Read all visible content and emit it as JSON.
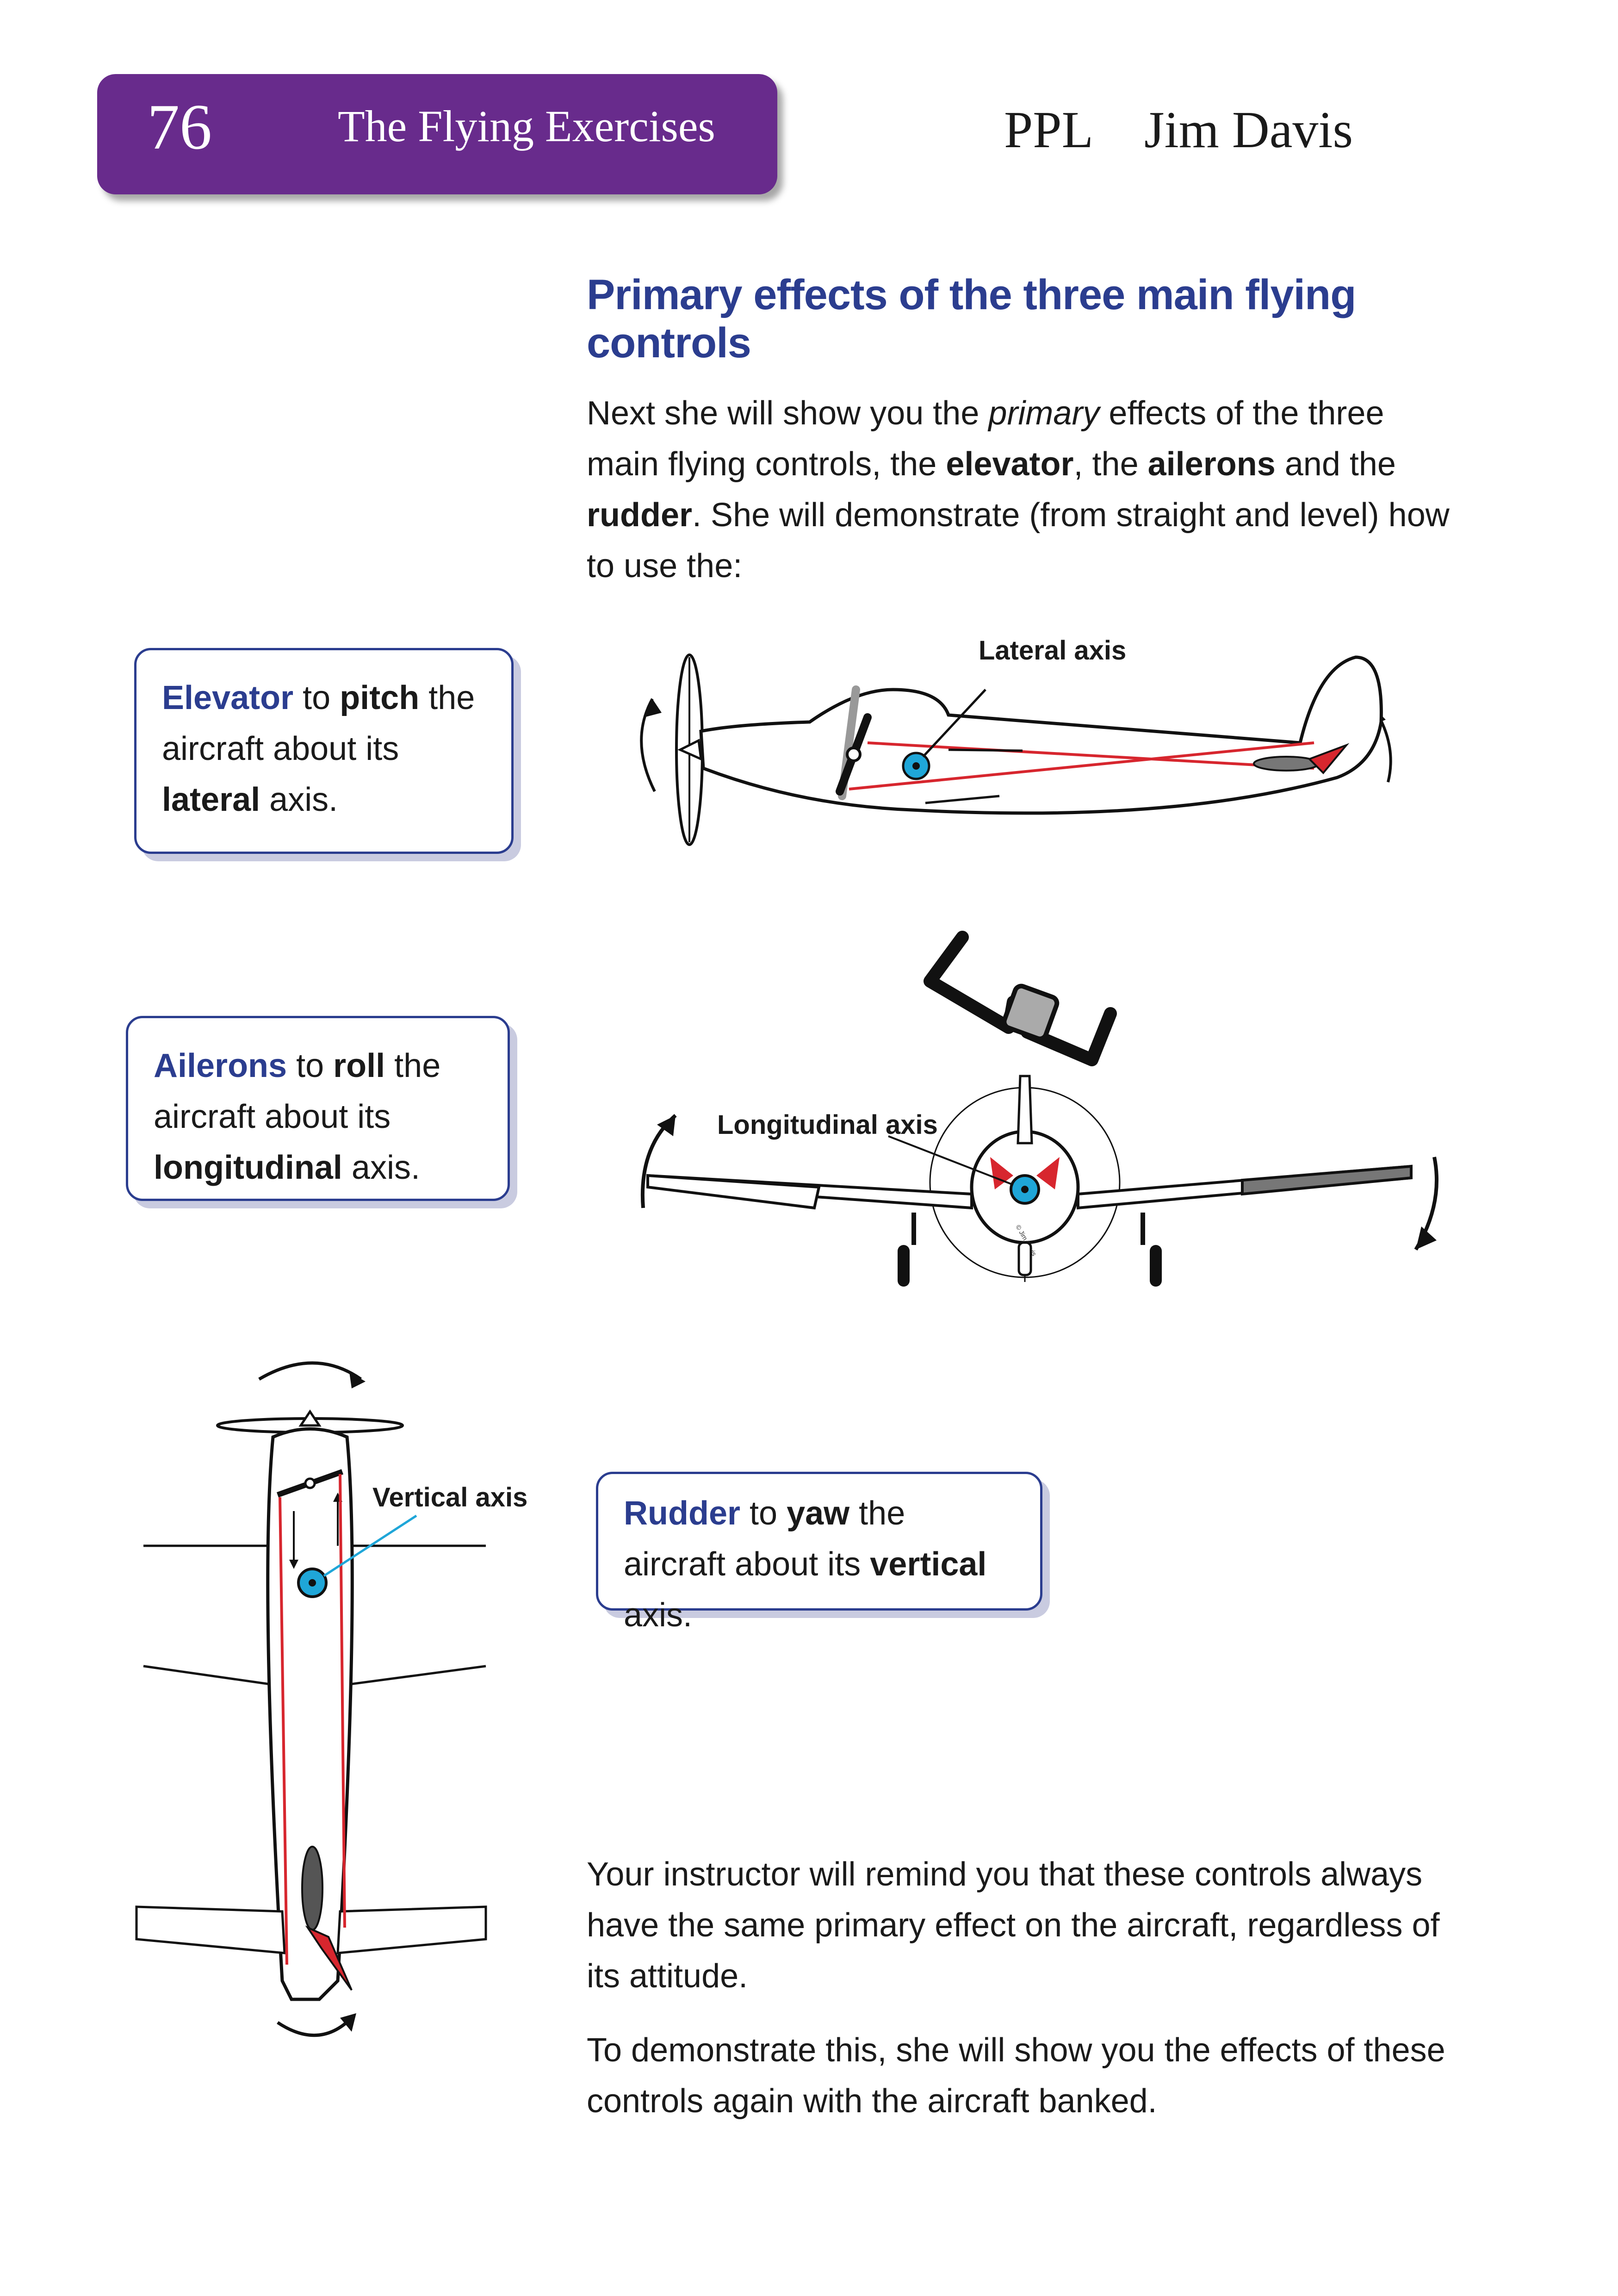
{
  "header": {
    "page_number": "76",
    "chapter_title": "The Flying Exercises",
    "series": "PPL",
    "author": "Jim Davis",
    "tab_color": "#682b8c"
  },
  "section": {
    "heading": "Primary effects of the three main flying controls"
  },
  "intro": {
    "s1": "Next she will show you the ",
    "s1_italic": "primary",
    "s2": " effects of the three main flying controls, the ",
    "elevator": "elevator",
    "s3": ", the ",
    "ailerons": "ailerons",
    "s4": " and the ",
    "rudder": "rudder",
    "s5": ". She will demonstrate (from straight and level) how to use the:"
  },
  "callouts": {
    "elevator": {
      "control": "Elevator",
      "t1": " to ",
      "action": "pitch",
      "t2": " the aircraft about its ",
      "axis": "lateral",
      "t3": " axis."
    },
    "ailerons": {
      "control": "Ailerons",
      "t1": " to ",
      "action": "roll",
      "t2": " the aircraft about its ",
      "axis": "longitudinal",
      "t3": " axis."
    },
    "rudder": {
      "control": "Rudder",
      "t1": " to ",
      "action": "yaw",
      "t2": " the aircraft about its ",
      "axis": "vertical",
      "t3": " axis."
    }
  },
  "diagrams": {
    "side_view_label": "Lateral axis",
    "front_view_label": "Longitudinal axis",
    "top_view_label": "Vertical axis",
    "front_view_copyright": "© Jim Davis"
  },
  "closing": {
    "p1": "Your instructor will remind you that these controls always have the same primary effect on the aircraft, regardless of its attitude.",
    "p2": "To demonstrate this, she will show you the effects of these controls again with the aircraft banked."
  },
  "colors": {
    "heading_blue": "#2b3d8f",
    "control_cable_red": "#d7262e",
    "axis_marker_cyan": "#1fa6d8"
  }
}
